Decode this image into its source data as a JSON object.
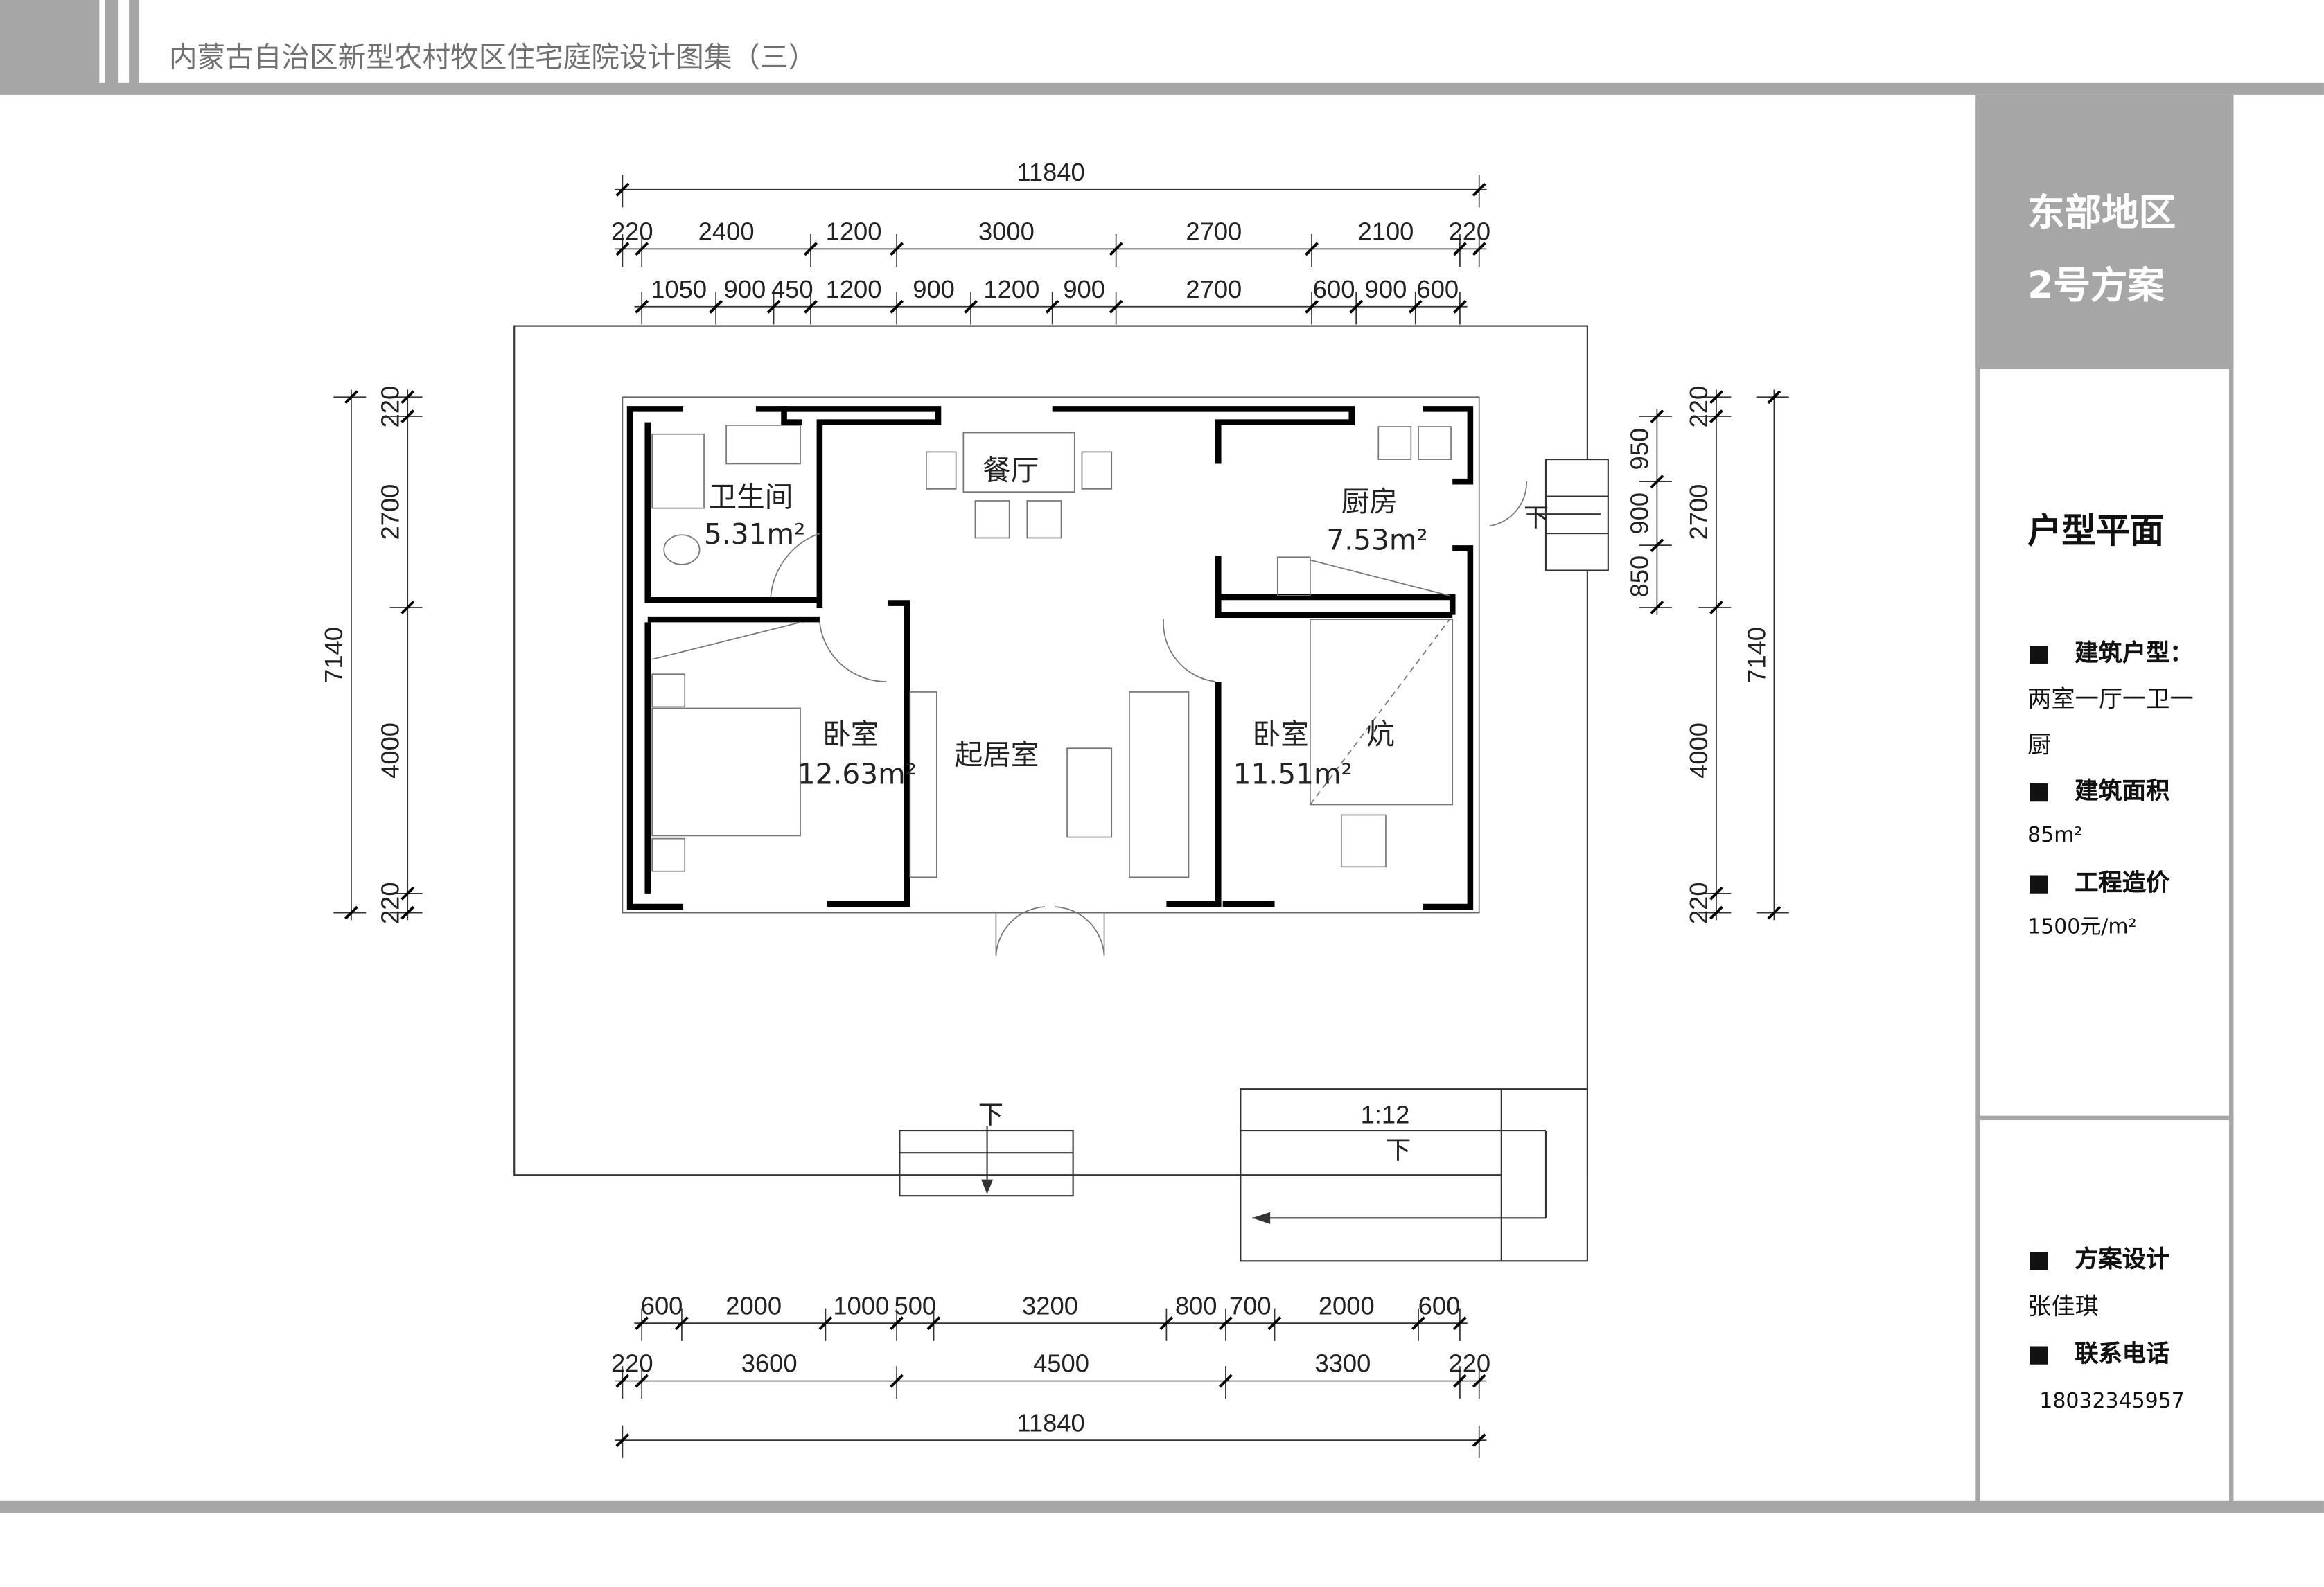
{
  "header": {
    "title": "内蒙古自治区新型农村牧区住宅庭院设计图集（三）"
  },
  "sidebar": {
    "region": "东部地区",
    "scheme": "2号方案",
    "section_title": "户型平面",
    "items": [
      {
        "bullet": "■",
        "label": "建筑户型：",
        "value": "两室一厅一卫一厨"
      },
      {
        "bullet": "■",
        "label": "建筑面积",
        "value": "85m²"
      },
      {
        "bullet": "■",
        "label": "工程造价",
        "value": "1500元/m²"
      }
    ],
    "designer": {
      "bullet": "■",
      "label": "方案设计",
      "value": "张佳琪"
    },
    "phone": {
      "bullet": "■",
      "label": "联系电话",
      "value": "18032345957"
    }
  },
  "plan": {
    "rooms": {
      "bathroom": {
        "name": "卫生间",
        "area": "5.31m²"
      },
      "dining": {
        "name": "餐厅"
      },
      "kitchen": {
        "name": "厨房",
        "area": "7.53m²"
      },
      "bedroom_left": {
        "name": "卧室",
        "area": "12.63m²"
      },
      "living": {
        "name": "起居室"
      },
      "bedroom_right": {
        "name": "卧室",
        "area": "11.51m²"
      },
      "kang": {
        "name": "炕"
      }
    },
    "stairs_down": "下",
    "ramp_slope": "1:12",
    "dims": {
      "top_total": [
        "11840"
      ],
      "top_axis": [
        "220",
        "2400",
        "1200",
        "3000",
        "2700",
        "2100",
        "220"
      ],
      "top_detail": [
        "1050",
        "900",
        "450",
        "1200",
        "900",
        "1200",
        "900",
        "2700",
        "600",
        "900",
        "600"
      ],
      "bottom_detail": [
        "600",
        "2000",
        "1000",
        "500",
        "3200",
        "800",
        "700",
        "2000",
        "600"
      ],
      "bottom_axis": [
        "220",
        "3600",
        "4500",
        "3300",
        "220"
      ],
      "bottom_total": [
        "11840"
      ],
      "left_total": [
        "7140"
      ],
      "left_axis": [
        "220",
        "2700",
        "4000",
        "220"
      ],
      "right_total": [
        "7140"
      ],
      "right_axis": [
        "220",
        "2700",
        "4000",
        "220"
      ],
      "right_detail": [
        "950",
        "900",
        "850"
      ]
    }
  }
}
